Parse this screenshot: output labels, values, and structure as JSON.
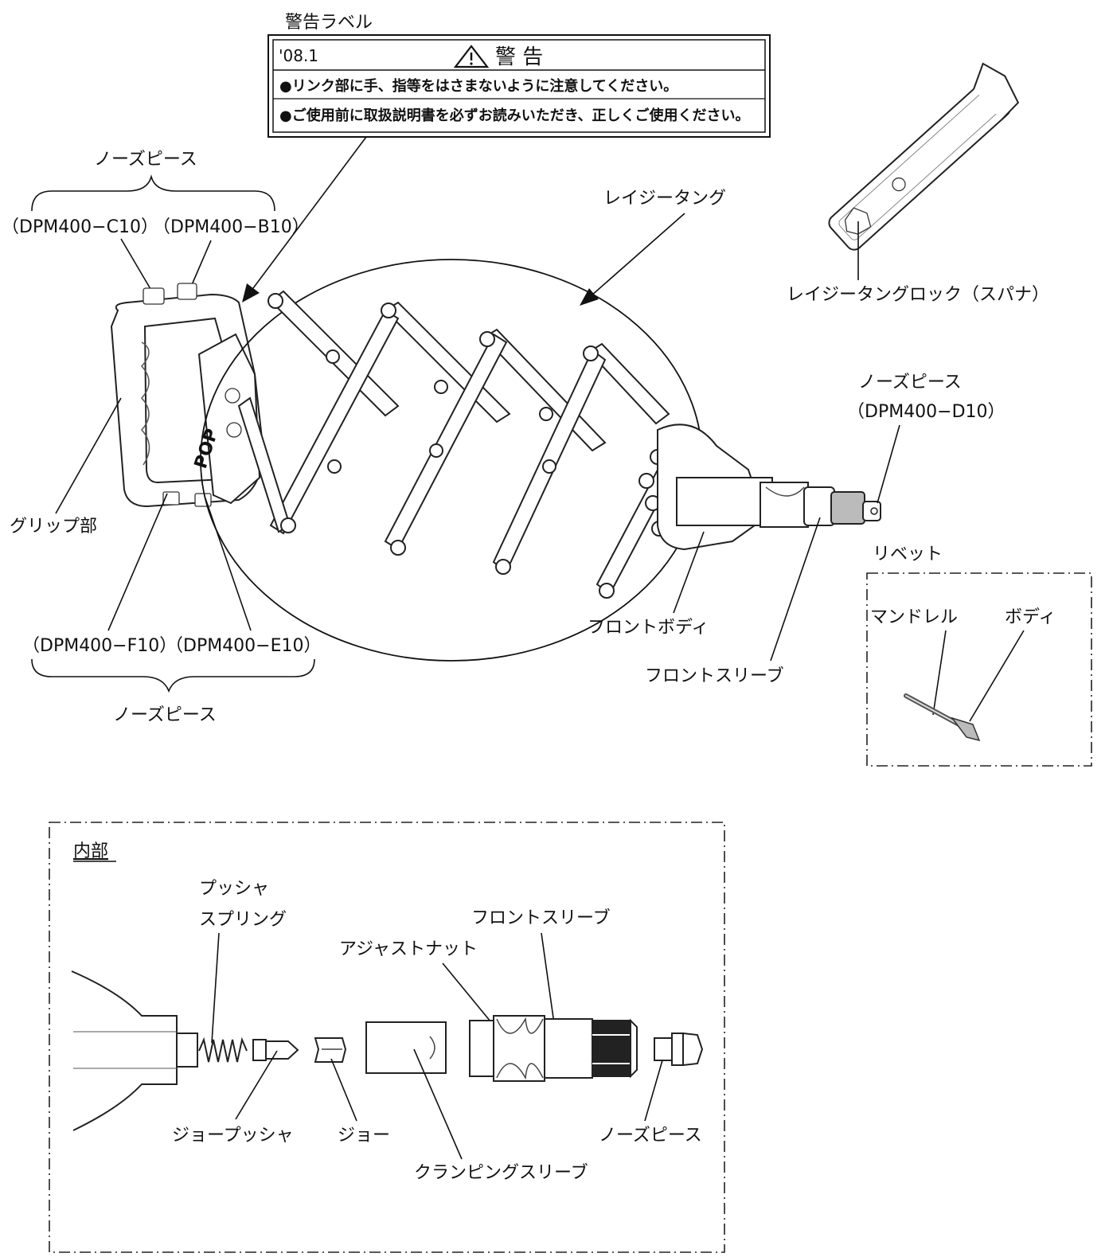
{
  "warning_label": {
    "caption": "警告ラベル",
    "code": "'08.1",
    "title": "警 告",
    "warning_symbol": "warning-triangle-icon",
    "lines": [
      "●リンク部に手、指等をはさまないように注意してください。",
      "●ご使用前に取扱説明書を必ずお読みいただき、正しくご使用ください。"
    ]
  },
  "nose_piece_top": {
    "title": "ノーズピース",
    "left_code": "（DPM400−C10）",
    "right_code": "（DPM400−B10）"
  },
  "nose_piece_bottom": {
    "title": "ノーズピース",
    "left_code": "（DPM400−F10）",
    "right_code": "（DPM400−E10）"
  },
  "nose_piece_front": {
    "title": "ノーズピース",
    "code": "（DPM400−D10）"
  },
  "labels": {
    "lazy_tongs": "レイジータング",
    "lazy_tongs_lock": "レイジータングロック（スパナ）",
    "grip": "グリップ部",
    "front_body": "フロントボディ",
    "front_sleeve": "フロントスリーブ",
    "rivet": "リベット",
    "mandrel": "マンドレル",
    "body": "ボディ",
    "tool_brand": "POP"
  },
  "internal": {
    "title": "内部",
    "pusher_spring_line1": "プッシャ",
    "pusher_spring_line2": "スプリング",
    "front_sleeve": "フロントスリーブ",
    "adjust_nut": "アジャストナット",
    "jaw_pusher": "ジョープッシャ",
    "jaw": "ジョー",
    "clamping_sleeve": "クランピングスリーブ",
    "nose_piece": "ノーズピース"
  }
}
